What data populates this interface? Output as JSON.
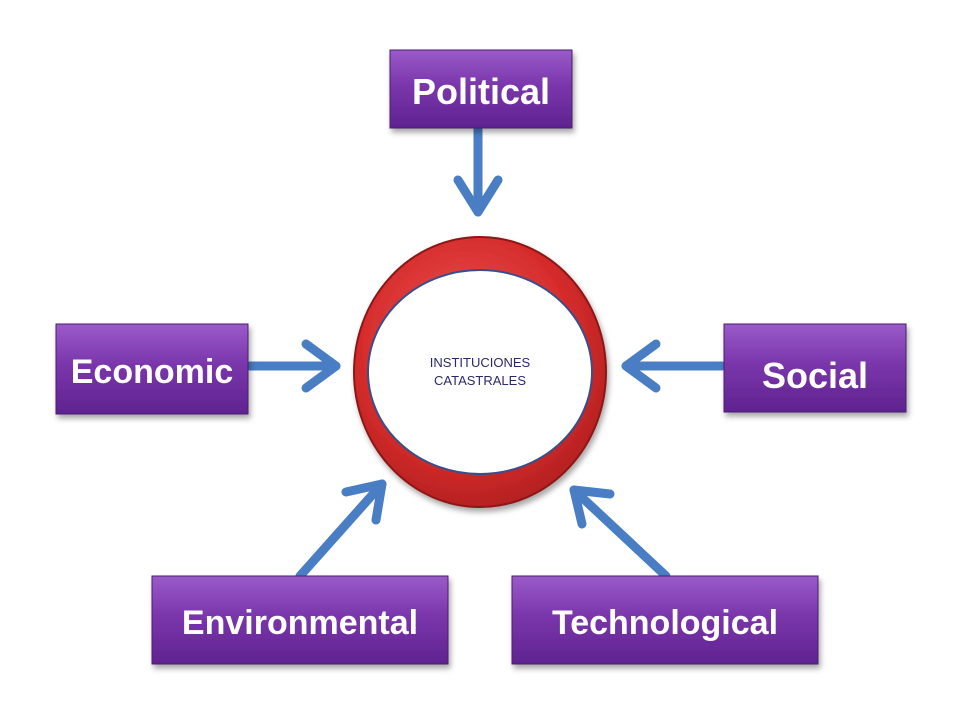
{
  "center": {
    "line1": "INSTITUCIONES",
    "line2": "CATASTRALES"
  },
  "factors": {
    "political": "Political",
    "economic": "Economic",
    "social": "Social",
    "environmental": "Environmental",
    "technological": "Technological"
  },
  "colors": {
    "box_fill": "#7030a0",
    "box_light": "#9a5ac8",
    "box_dark": "#5a1f86",
    "ring": "#d62c2c",
    "ring_dark": "#a81c1c",
    "arrow": "#4a7ec4",
    "center_border": "#3a4f8a"
  }
}
